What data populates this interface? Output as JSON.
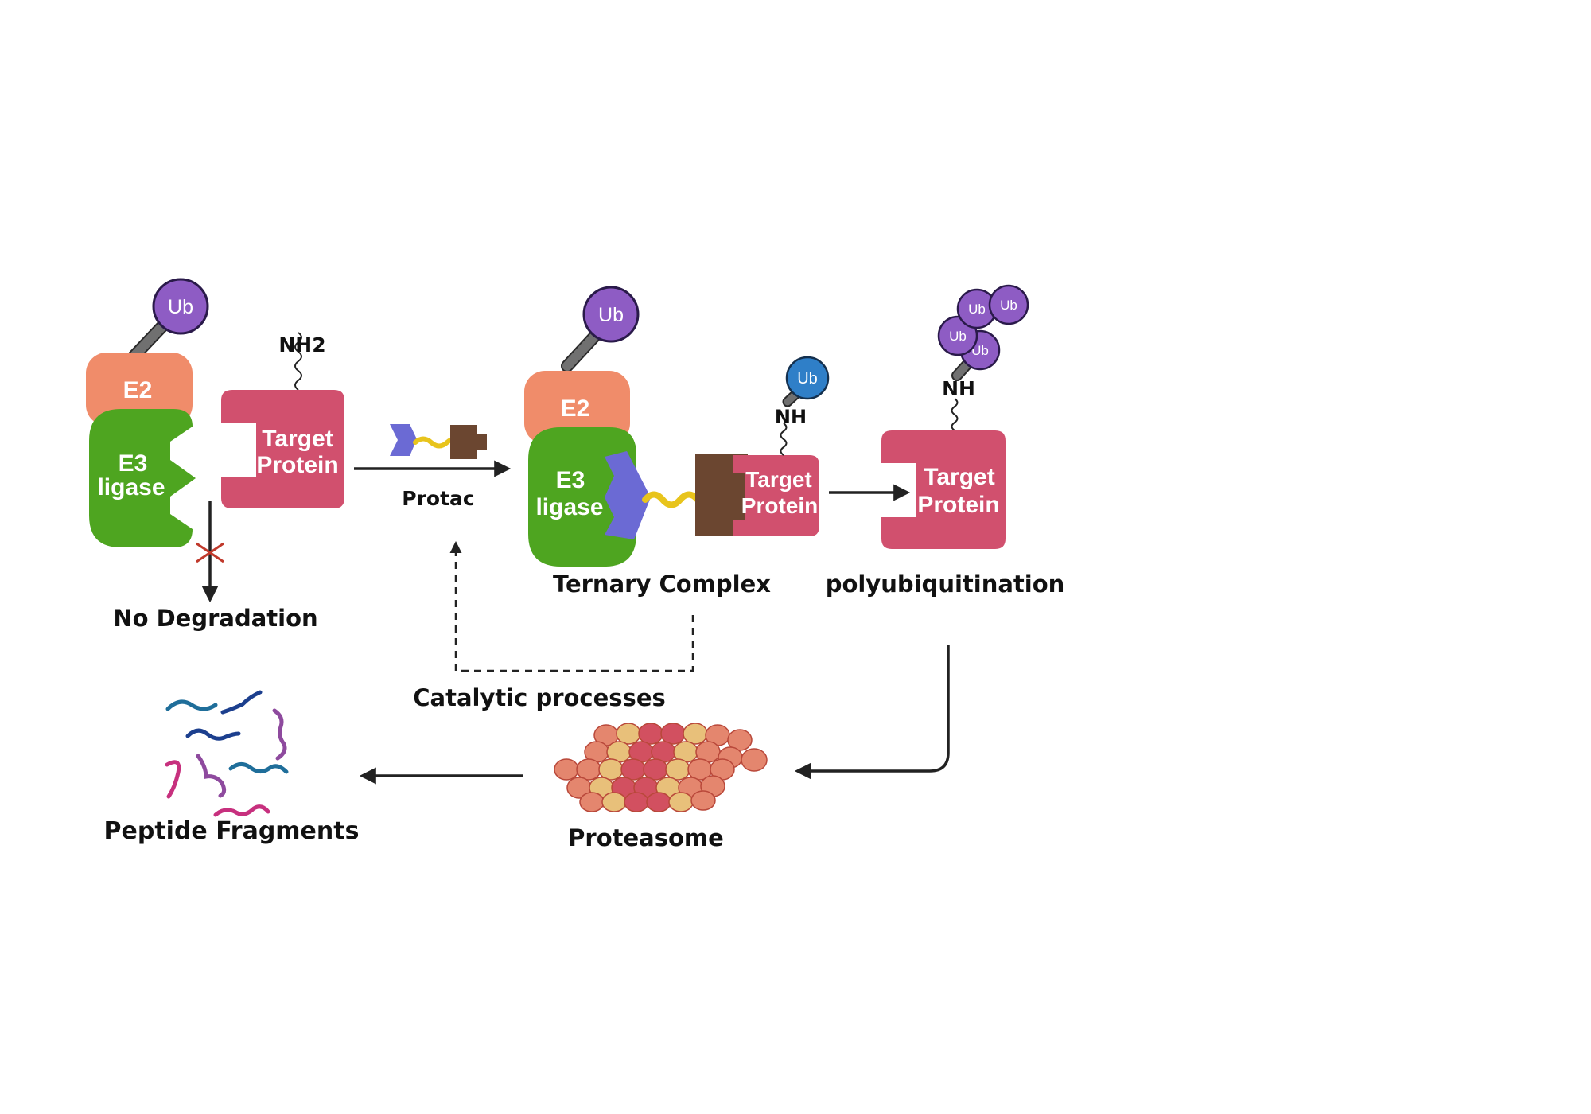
{
  "colors": {
    "e2": "#f08c6a",
    "e3": "#4ea520",
    "target": "#d1506e",
    "ub_purple": "#8e5cc4",
    "ub_blue": "#2f7fc8",
    "protac_warhead": "#6b6ad4",
    "protac_linker": "#e8c41c",
    "protac_ligand": "#6b4630",
    "proteasome_light": "#e4866e",
    "proteasome_yellow": "#e8c07a",
    "proteasome_red": "#d25060",
    "inhibit_x": "#c0392b"
  },
  "icons": [
    "ubiquitin-icon",
    "e2-enzyme-icon",
    "e3-ligase-icon",
    "target-protein-icon",
    "protac-icon",
    "proteasome-icon",
    "peptide-fragments-icon"
  ],
  "left": {
    "ub": "Ub",
    "e2": "E2",
    "e3_line1": "E3",
    "e3_line2": "ligase",
    "target_line1": "Target",
    "target_line2": "Protein",
    "nh2": "NH2",
    "no_degradation": "No Degradation"
  },
  "protac": {
    "label": "Protac"
  },
  "ternary": {
    "ub": "Ub",
    "e2": "E2",
    "e3_line1": "E3",
    "e3_line2": "ligase",
    "target_line1": "Target",
    "target_line2": "Protein",
    "nh": "NH",
    "ub_small": "Ub",
    "label": "Ternary Complex"
  },
  "poly": {
    "ub1": "Ub",
    "ub2": "Ub",
    "ub3": "Ub",
    "ub4": "Ub",
    "nh": "NH",
    "target_line1": "Target",
    "target_line2": "Protein",
    "label": "polyubiquitination"
  },
  "catalytic": {
    "label": "Catalytic processes"
  },
  "proteasome": {
    "label": "Proteasome"
  },
  "peptides": {
    "label": "Peptide Fragments"
  }
}
